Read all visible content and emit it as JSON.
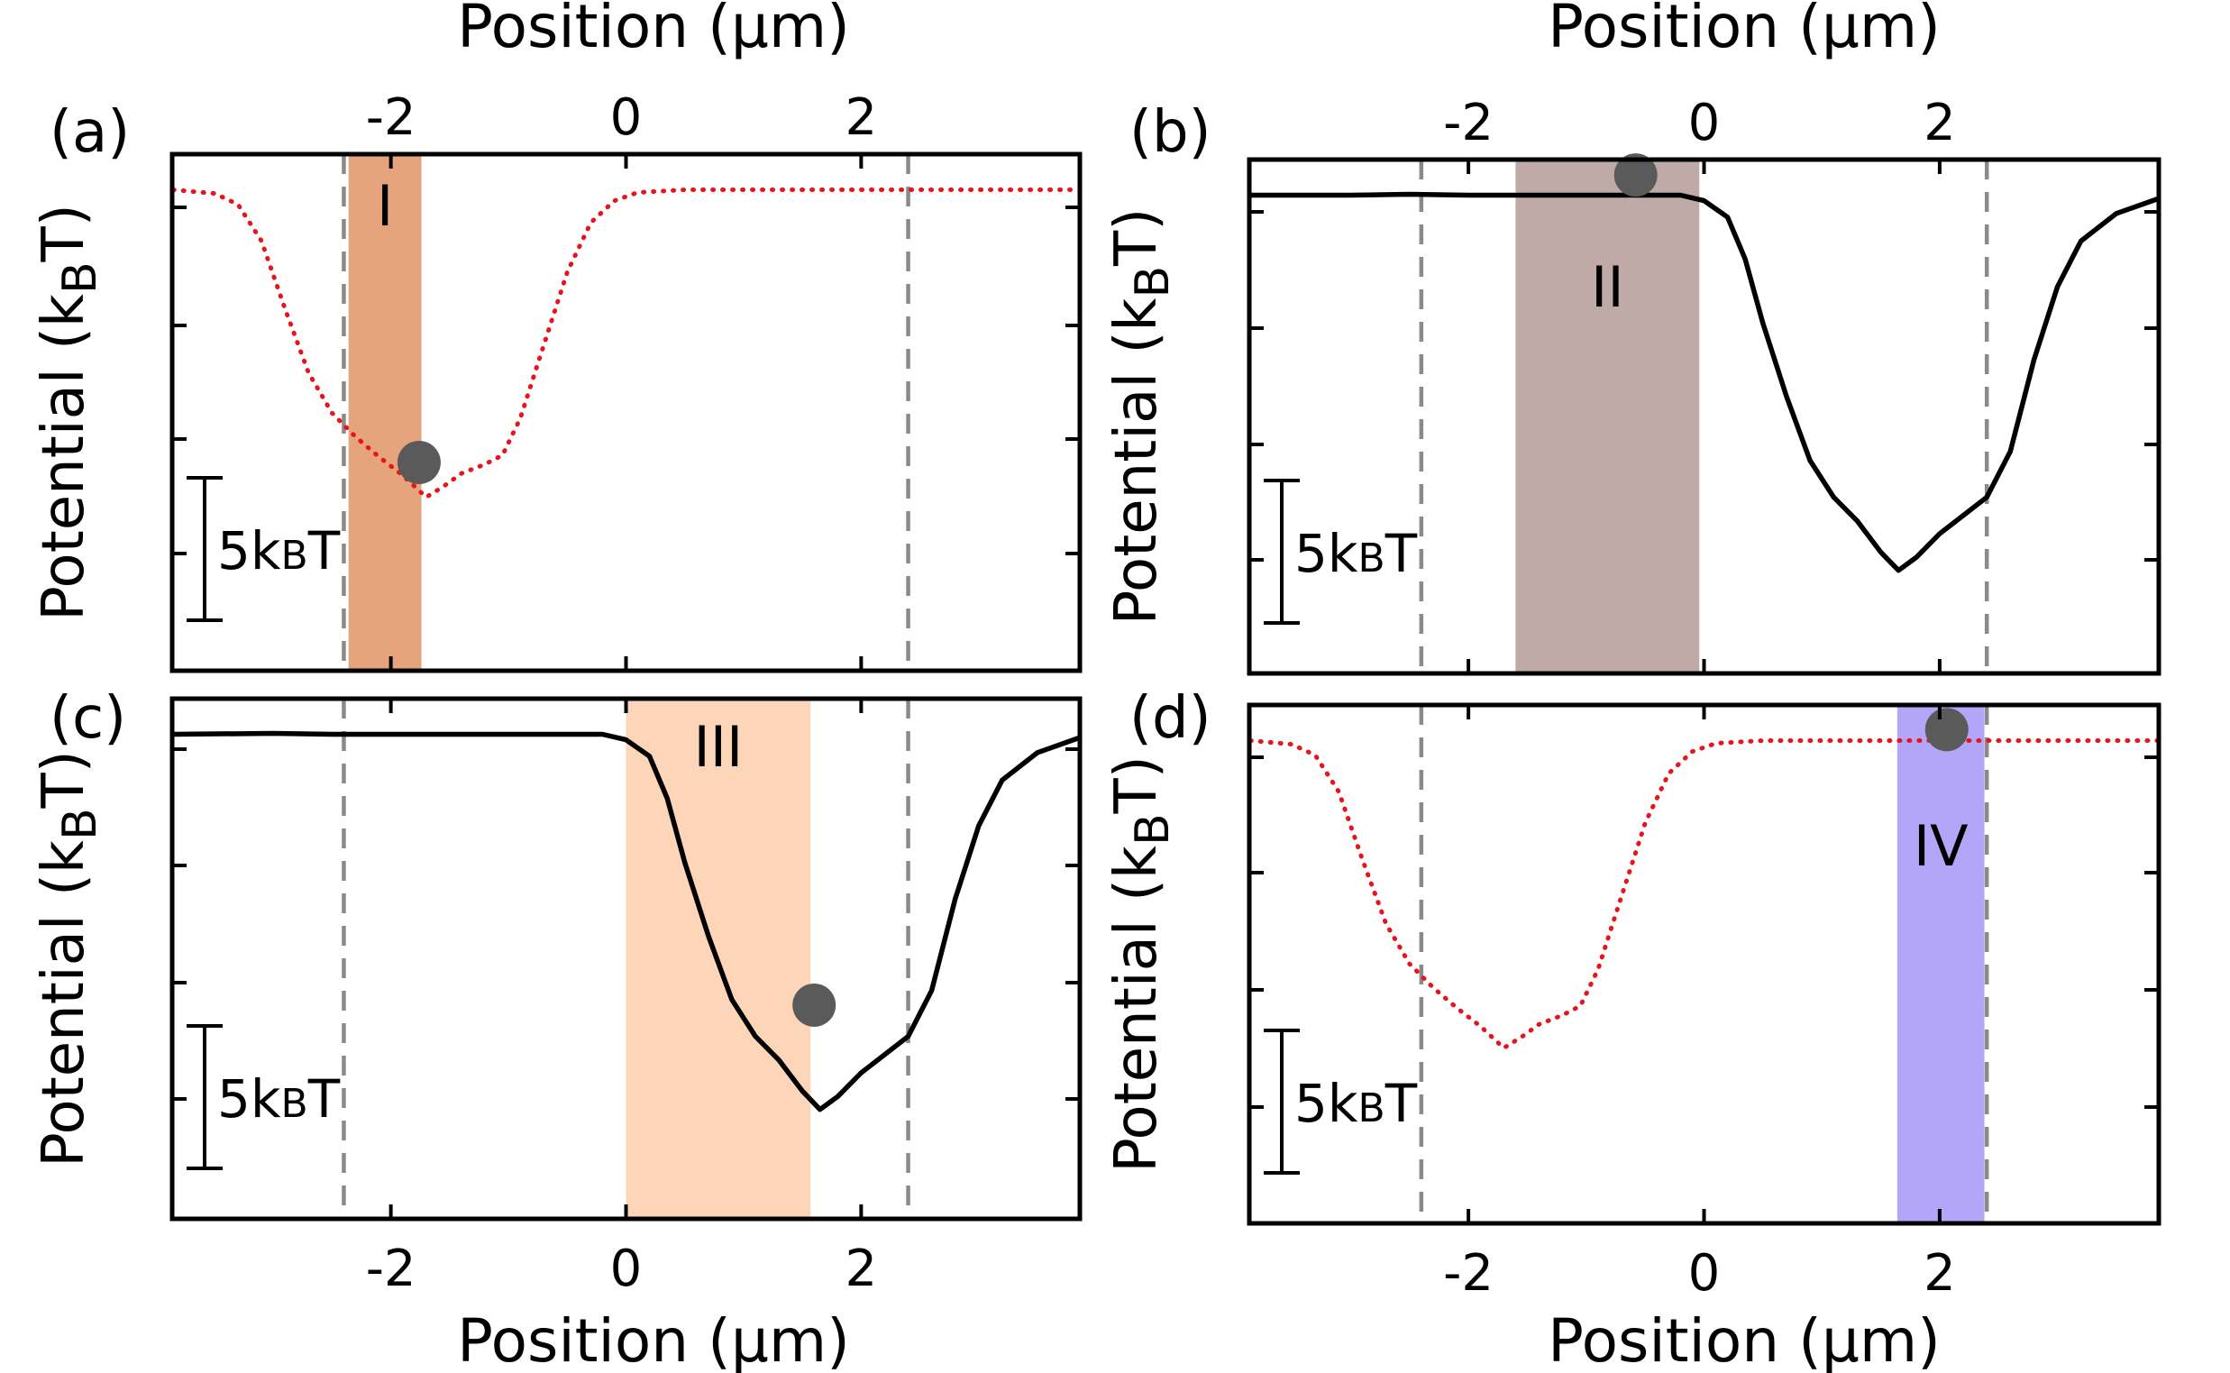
{
  "figure": {
    "axis_title_position": "Position (μm)",
    "axis_title_potential": "Potential (k",
    "axis_title_potential_sub": "B",
    "axis_title_potential_end": "T)",
    "scale_bar_label": "5k",
    "scale_bar_sub": "B",
    "scale_bar_end": "T"
  },
  "colors": {
    "curve_red": "#e8141c",
    "curve_black": "#000000",
    "dashed_gray": "#8a8a8a",
    "marker": "#5a5a5a",
    "region_I": "#e5a47c",
    "region_II": "#bfaaa8",
    "region_III": "#fdd5b9",
    "region_IV": "#b3a6f9"
  },
  "chart_data": [
    {
      "panel": "(a)",
      "type": "line",
      "line_style": "dotted",
      "color": "red",
      "xlim": [
        -3.86,
        3.86
      ],
      "xticks": [
        -2,
        0,
        2
      ],
      "tick_labels": [
        "-2",
        "0",
        "2"
      ],
      "xlabel_top": "Position (μm)",
      "ylabel": "Potential (kBT)",
      "scale_bar": "5kBT",
      "region": {
        "label": "I",
        "x": [
          -2.36,
          -1.74
        ]
      },
      "dashed_lines": [
        -2.4,
        2.4
      ],
      "marker": {
        "x": -1.76,
        "y": -14.9
      },
      "x": [
        -3.85,
        -3.5,
        -3.3,
        -3.1,
        -2.9,
        -2.7,
        -2.5,
        -2.3,
        -2.1,
        -1.9,
        -1.7,
        -1.55,
        -1.4,
        -1.2,
        -1.05,
        -0.9,
        -0.7,
        -0.5,
        -0.3,
        -0.1,
        0.1,
        0.5,
        1.0,
        2.0,
        3.0,
        3.85
      ],
      "y": [
        0,
        -0.2,
        -0.8,
        -2.8,
        -6.5,
        -10,
        -12.2,
        -13.5,
        -14.6,
        -15.6,
        -16.8,
        -16.2,
        -15.5,
        -15.0,
        -14.5,
        -12.5,
        -8.5,
        -4.5,
        -1.8,
        -0.6,
        -0.15,
        0,
        0,
        0,
        0,
        0
      ]
    },
    {
      "panel": "(b)",
      "type": "line",
      "line_style": "solid",
      "color": "black",
      "xlim": [
        -3.86,
        3.86
      ],
      "xticks": [
        -2,
        0,
        2
      ],
      "tick_labels": [
        "-2",
        "0",
        "2"
      ],
      "xlabel_top": "Position (μm)",
      "ylabel": "Potential (kBT)",
      "scale_bar": "5kBT",
      "region": {
        "label": "II",
        "x": [
          -1.6,
          -0.04
        ]
      },
      "dashed_lines": [
        -2.4,
        2.4
      ],
      "marker": {
        "x": -0.58,
        "y": 1.1
      },
      "x": [
        -3.85,
        -3.0,
        -2.5,
        -2.0,
        -1.5,
        -1.0,
        -0.5,
        -0.2,
        0.0,
        0.2,
        0.35,
        0.5,
        0.7,
        0.9,
        1.1,
        1.3,
        1.5,
        1.65,
        1.8,
        2.0,
        2.2,
        2.4,
        2.6,
        2.8,
        3.0,
        3.2,
        3.5,
        3.85
      ],
      "y": [
        0,
        0,
        0.05,
        0,
        0,
        0,
        0,
        0,
        -0.3,
        -1.2,
        -3.5,
        -7,
        -11,
        -14.5,
        -16.5,
        -17.8,
        -19.5,
        -20.5,
        -19.8,
        -18.5,
        -17.5,
        -16.5,
        -14,
        -9,
        -5,
        -2.5,
        -1,
        -0.2
      ]
    },
    {
      "panel": "(c)",
      "type": "line",
      "line_style": "solid",
      "color": "black",
      "xlim": [
        -3.86,
        3.86
      ],
      "xticks": [
        -2,
        0,
        2
      ],
      "tick_labels": [
        "-2",
        "0",
        "2"
      ],
      "xlabel_bottom": "Position (μm)",
      "ylabel": "Potential (kBT)",
      "scale_bar": "5kBT",
      "region": {
        "label": "III",
        "x": [
          0.0,
          1.57
        ]
      },
      "dashed_lines": [
        -2.4,
        2.4
      ],
      "marker": {
        "x": 1.6,
        "y": -14.8
      },
      "x": [
        -3.85,
        -3.0,
        -2.5,
        -2.0,
        -1.5,
        -1.0,
        -0.5,
        -0.2,
        0.0,
        0.2,
        0.35,
        0.5,
        0.7,
        0.9,
        1.1,
        1.3,
        1.5,
        1.65,
        1.8,
        2.0,
        2.2,
        2.4,
        2.6,
        2.8,
        3.0,
        3.2,
        3.5,
        3.85
      ],
      "y": [
        0,
        0.05,
        0,
        0,
        0,
        0,
        0,
        0,
        -0.3,
        -1.2,
        -3.5,
        -7,
        -11,
        -14.5,
        -16.5,
        -17.8,
        -19.5,
        -20.5,
        -19.8,
        -18.5,
        -17.5,
        -16.5,
        -14,
        -9,
        -5,
        -2.5,
        -1,
        -0.2
      ]
    },
    {
      "panel": "(d)",
      "type": "line",
      "line_style": "dotted",
      "color": "red",
      "xlim": [
        -3.86,
        3.86
      ],
      "xticks": [
        -2,
        0,
        2
      ],
      "tick_labels": [
        "-2",
        "0",
        "2"
      ],
      "xlabel_bottom": "Position (μm)",
      "ylabel": "Potential (kBT)",
      "scale_bar": "5kBT",
      "region": {
        "label": "IV",
        "x": [
          1.64,
          2.38
        ]
      },
      "dashed_lines": [
        -2.4,
        2.4
      ],
      "marker": {
        "x": 2.06,
        "y": 0.6
      },
      "x": [
        -3.85,
        -3.5,
        -3.3,
        -3.1,
        -2.9,
        -2.7,
        -2.5,
        -2.3,
        -2.1,
        -1.9,
        -1.7,
        -1.55,
        -1.4,
        -1.2,
        -1.05,
        -0.9,
        -0.7,
        -0.5,
        -0.3,
        -0.1,
        0.1,
        0.5,
        1.0,
        2.0,
        3.0,
        3.85
      ],
      "y": [
        0,
        -0.2,
        -0.8,
        -2.8,
        -6.5,
        -10,
        -12.2,
        -13.5,
        -14.6,
        -15.6,
        -16.8,
        -16.2,
        -15.5,
        -15.0,
        -14.5,
        -12.5,
        -8.5,
        -4.5,
        -1.8,
        -0.6,
        -0.15,
        0,
        0,
        0,
        0,
        0
      ]
    }
  ]
}
